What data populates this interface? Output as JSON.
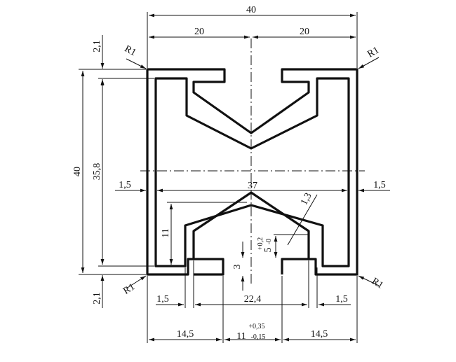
{
  "drawing": {
    "dims": {
      "top_total": "40",
      "top_left": "20",
      "top_right": "20",
      "left_total": "40",
      "left_inner": "35,8",
      "top_wall": "2,1",
      "bottom_wall": "2,1",
      "radius_tl": "R1",
      "radius_tr": "R1",
      "radius_bl": "R1",
      "radius_br": "R1",
      "wall_left": "1,5",
      "wall_right": "1,5",
      "inner_width": "37",
      "slope": "1,3",
      "slot_height": "11",
      "slot_depth": "3",
      "lip_tol_upper": "+0,2",
      "lip_nominal": "5",
      "lip_tol_lower": "-0",
      "bottom_wall_left": "1,5",
      "bottom_wall_right": "1,5",
      "bottom_mid": "22,4",
      "bottom_left": "14,5",
      "bottom_right": "14,5",
      "opening_nominal": "11",
      "opening_tol_upper": "+0,35",
      "opening_tol_lower": "-0,15"
    }
  }
}
